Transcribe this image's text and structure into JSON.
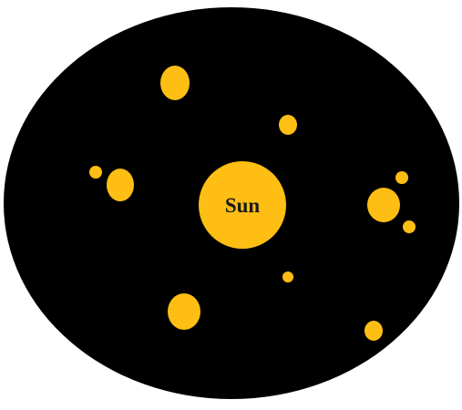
{
  "diagram": {
    "background_color": "#000000",
    "body_color": "#FFBE14",
    "label_color": "#1a1a1a",
    "sun": {
      "label": "Sun"
    },
    "bodies": [
      {
        "name": "body-top-left-large"
      },
      {
        "name": "body-top-small"
      },
      {
        "name": "body-left-tiny"
      },
      {
        "name": "body-left-medium"
      },
      {
        "name": "body-right-large"
      },
      {
        "name": "body-right-satellite-top"
      },
      {
        "name": "body-right-satellite-bottom"
      },
      {
        "name": "body-center-small"
      },
      {
        "name": "body-bottom-left-large"
      },
      {
        "name": "body-bottom-right-small"
      }
    ]
  }
}
